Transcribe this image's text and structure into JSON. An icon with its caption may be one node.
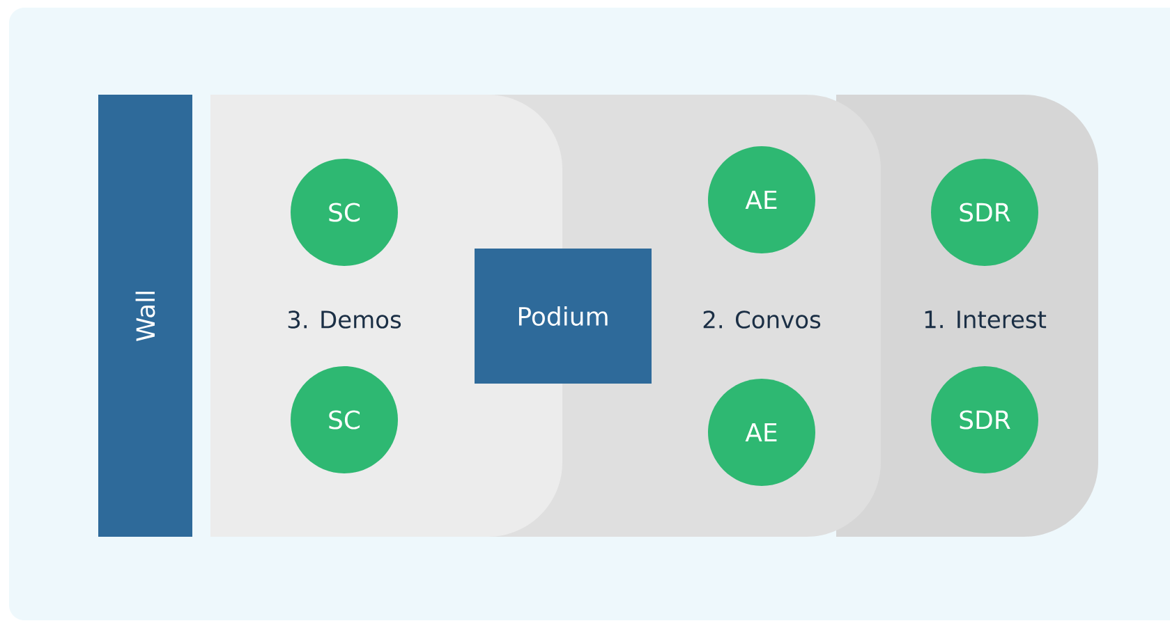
{
  "diagram": {
    "nodes": [
      {
        "text": [
          "Wall"
        ]
      },
      {
        "text": [
          "3. Demos"
        ]
      },
      {
        "text": [
          "SC"
        ],
        "in": 1
      },
      {
        "text": [
          "SC"
        ],
        "in": 1
      },
      {
        "text": [
          "Podium"
        ]
      },
      {
        "text": [
          "2. Convos"
        ]
      },
      {
        "text": [
          "AE"
        ],
        "in": 5
      },
      {
        "text": [
          "AE"
        ],
        "in": 5
      },
      {
        "text": [
          "1. Interest"
        ]
      },
      {
        "text": [
          "SDR"
        ],
        "in": 8
      },
      {
        "text": [
          "SDR"
        ],
        "in": 8
      }
    ]
  }
}
